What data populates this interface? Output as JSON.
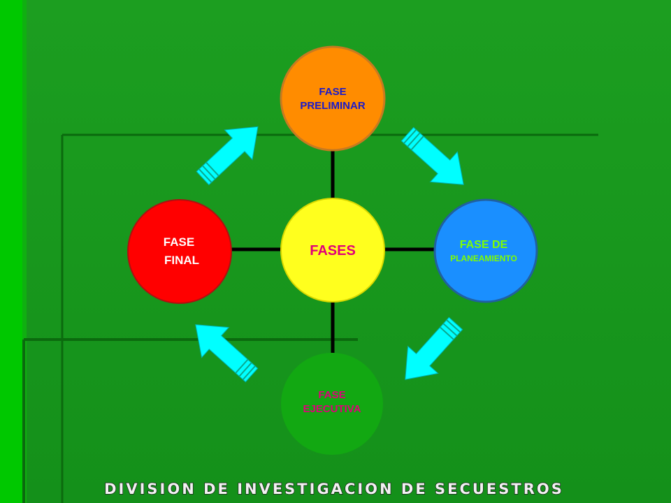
{
  "diagram": {
    "center": {
      "label": "FASES",
      "fill": "#ffff1e",
      "border": "#d8d800",
      "text_color": "#e0007a"
    },
    "nodes": [
      {
        "id": "fase-preliminar",
        "lines": [
          "FASE",
          "PRELIMINAR"
        ],
        "fill": "#ff8c00",
        "border": "#c87a20",
        "text_color": "#1a1acc"
      },
      {
        "id": "fase-de-planeamiento",
        "lines": [
          "FASE DE",
          "PLANEAMIENTO"
        ],
        "fill": "#1a8fff",
        "border": "#2060a0",
        "text_color": "#7fff00"
      },
      {
        "id": "fase-ejecutiva",
        "lines": [
          "FASE",
          "EJECUTIVA"
        ],
        "fill": "#12a812",
        "border": "#12a812",
        "text_color": "#e0007a"
      },
      {
        "id": "fase-final",
        "lines": [
          "FASE",
          "FINAL"
        ],
        "fill": "#ff0000",
        "border": "#b01010",
        "text_color": "#ffffff"
      }
    ],
    "arrow_color": "#00ffff",
    "connector_color": "#000000"
  },
  "footer": {
    "text": "DIVISION DE INVESTIGACION DE SECUESTROS"
  },
  "colors": {
    "background": "#18991c",
    "panel_line": "#0b6a0e",
    "left_stripe": "#00c800"
  }
}
